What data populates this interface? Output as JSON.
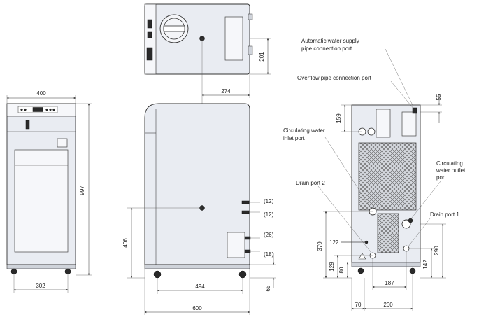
{
  "labels": {
    "auto_water_1": "Automatic water supply",
    "auto_water_2": "pipe connection port",
    "overflow": "Overflow pipe connection port",
    "circ_inlet_1": "Circulating water",
    "circ_inlet_2": "inlet port",
    "circ_outlet_1": "Circulating",
    "circ_outlet_2": "water outlet",
    "circ_outlet_3": "port",
    "drain2": "Drain port 2",
    "drain1": "Drain port 1"
  },
  "dims": {
    "front_width": "400",
    "front_height": "997",
    "front_base": "302",
    "top_depth": "201",
    "side_offset": "274",
    "side_base": "494",
    "side_total": "600",
    "side_height": "406",
    "side_feet": "65",
    "port_a": "(12)",
    "port_b": "(12)",
    "port_c": "(26)",
    "port_d": "(18)",
    "rear_top": "55",
    "rear_159": "159",
    "rear_379": "379",
    "rear_122": "122",
    "rear_129": "129",
    "rear_80": "80",
    "rear_187": "187",
    "rear_290": "290",
    "rear_142": "142",
    "rear_70": "70",
    "rear_260": "260"
  }
}
